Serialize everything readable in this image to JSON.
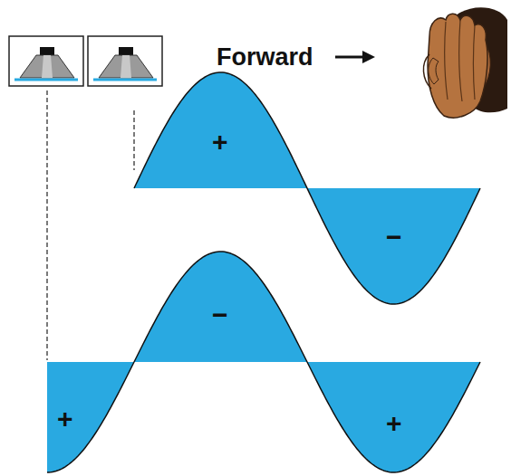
{
  "diagram": {
    "labels": [
      "Forward",
      "+",
      "−",
      "−",
      "+",
      "+"
    ]
  }
}
